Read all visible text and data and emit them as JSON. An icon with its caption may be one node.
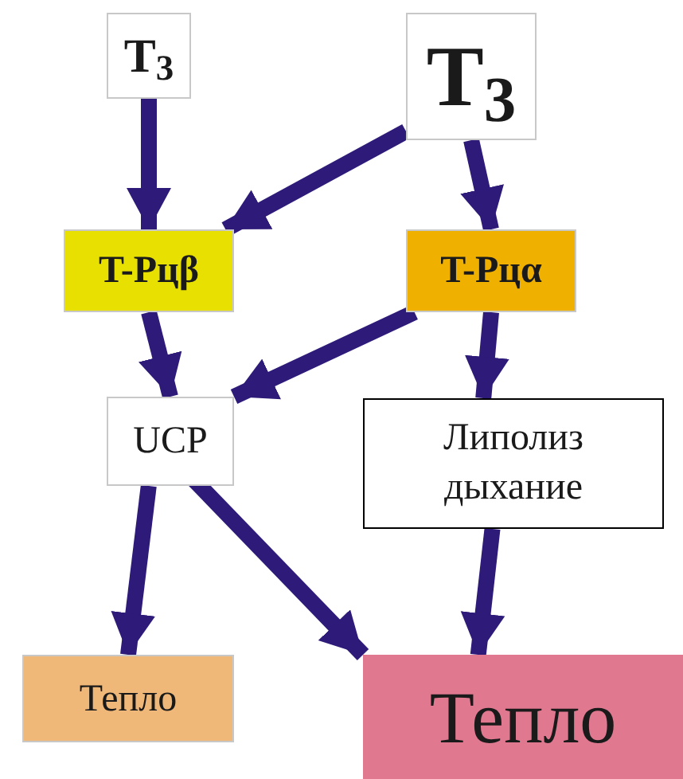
{
  "diagram": {
    "nodes": [
      {
        "text": [
          "T$_{3}$"
        ]
      },
      {
        "text": [
          "T$_{3}$"
        ]
      },
      {
        "text": [
          "T-Рцβ"
        ]
      },
      {
        "text": [
          "T-Рцα"
        ]
      },
      {
        "text": [
          "UCP"
        ]
      },
      {
        "text": [
          "Липолиз дыхание"
        ]
      },
      {
        "text": [
          "Тепло"
        ]
      },
      {
        "text": [
          "Тепло"
        ]
      }
    ],
    "edges": [
      {
        "from": 0,
        "to": 2,
        "arrow": "to"
      },
      {
        "from": 1,
        "to": 2,
        "arrow": "to"
      },
      {
        "from": 1,
        "to": 3,
        "arrow": "to"
      },
      {
        "from": 2,
        "to": 4,
        "arrow": "to"
      },
      {
        "from": 3,
        "to": 4,
        "arrow": "to"
      },
      {
        "from": 3,
        "to": 5,
        "arrow": "to"
      },
      {
        "from": 4,
        "to": 6,
        "arrow": "to"
      },
      {
        "from": 4,
        "to": 7,
        "arrow": "to"
      },
      {
        "from": 5,
        "to": 7,
        "arrow": "to"
      }
    ]
  }
}
